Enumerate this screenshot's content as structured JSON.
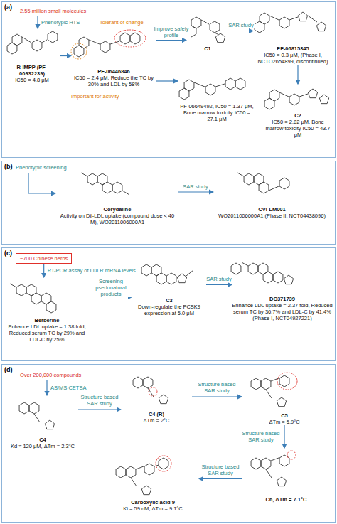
{
  "diagram": {
    "nodes": [
      {
        "text": [
          "(a)"
        ]
      },
      {
        "text": [
          "2.55 million small molecules"
        ],
        "in": 0
      },
      {
        "text": [
          "R-IMPP (PF-00932239)",
          "IC50 = 4.8 μM"
        ],
        "in": 0
      },
      {
        "text": [
          "PF-06446846",
          "IC50 = 2.4 μM, Reduce the TC by 30% and LDL by 58%"
        ],
        "in": 0
      },
      {
        "text": [
          "C1"
        ],
        "in": 0
      },
      {
        "text": [
          "PF-06649492, IC50 = 1.37 μM, Bone marrow toxicity IC50 = 27.1 μM"
        ],
        "in": 0
      },
      {
        "text": [
          "PF-06815345",
          "IC50 = 0.3 μM, (Phase I, NCTO2654899, discontinued)"
        ],
        "in": 0
      },
      {
        "text": [
          "C2",
          "IC50 = 2.82 μM, Bone marrow toxicity IC50 = 43.7 μM"
        ],
        "in": 0
      },
      {
        "text": [
          "(b)"
        ]
      },
      {
        "text": [
          "Corydaline",
          "Activity on Dil-LDL uptake (compound dose < 40 M), WO2011006000A1"
        ],
        "in": 8
      },
      {
        "text": [
          "CVI-LM001",
          "WO2011006000A1 (Phase II, NCT04438096)"
        ],
        "in": 8
      },
      {
        "text": [
          "(c)"
        ]
      },
      {
        "text": [
          "~700 Chinese herbs"
        ],
        "in": 11
      },
      {
        "text": [
          "Berberine",
          "Enhance LDL uptake = 1.38 fold, Reduced serum TC by 29% and LDL-C by 25%"
        ],
        "in": 11
      },
      {
        "text": [
          "C3",
          "Down-regulate the PCSK9 expression at 5.0 μM"
        ],
        "in": 11
      },
      {
        "text": [
          "DC371739",
          "Enhance LDL uptake = 2.37 fold, Reduced serum TC by 36.7% and LDL-C by 41.4%",
          "(Phase I, NCT04927221)"
        ],
        "in": 11
      },
      {
        "text": [
          "(d)"
        ]
      },
      {
        "text": [
          "Over 200,000 compounds"
        ],
        "in": 16
      },
      {
        "text": [
          "C4",
          "Kd ≈ 120 μM, ΔTm = 2.3°C"
        ],
        "in": 16
      },
      {
        "text": [
          "C4 (R)",
          "ΔTm = 2°C"
        ],
        "in": 16
      },
      {
        "text": [
          "C5",
          "ΔTm = 5.9°C"
        ],
        "in": 16
      },
      {
        "text": [
          "C6, ΔTm = 7.1°C"
        ],
        "in": 16
      },
      {
        "text": [
          "Carboxylic acid 9",
          "Ki = 59 nM, ΔTm = 9.1°C"
        ],
        "in": 16
      }
    ],
    "edges": [
      {
        "from": 1,
        "to": 2,
        "label": "Phenotypic HTS",
        "arrow": "to"
      },
      {
        "from": 2,
        "to": 3,
        "arrow": "to"
      },
      {
        "from": 3,
        "to": 4,
        "label": "Improve safety profile",
        "arrow": "to"
      },
      {
        "from": 3,
        "to": 5,
        "arrow": "to"
      },
      {
        "from": 4,
        "to": 6,
        "label": "SAR study",
        "arrow": "to"
      },
      {
        "from": 6,
        "to": 7,
        "arrow": "to"
      },
      {
        "from": 9,
        "to": 10,
        "label": "SAR study",
        "arrow": "to"
      },
      {
        "from": 12,
        "to": 13,
        "label": "RT-PCR assay of LDLR mRNA levels",
        "arrow": "to"
      },
      {
        "from": 13,
        "to": 14,
        "label": "Screening psedonatural products",
        "arrow": "to"
      },
      {
        "from": 14,
        "to": 15,
        "label": "SAR study",
        "arrow": "to"
      },
      {
        "from": 17,
        "to": 18,
        "label": "AS/MS CETSA",
        "arrow": "to"
      },
      {
        "from": 18,
        "to": 19,
        "label": "Structure based SAR study",
        "arrow": "to"
      },
      {
        "from": 19,
        "to": 20,
        "label": "Structure based SAR study",
        "arrow": "to"
      },
      {
        "from": 20,
        "to": 21,
        "label": "Structure based SAR study",
        "arrow": "to"
      },
      {
        "from": 21,
        "to": 22,
        "label": "Structure based SAR study",
        "arrow": "to"
      }
    ],
    "labels": [
      "Tolerant of change",
      "Important for activity",
      "Phenotypic screening"
    ]
  }
}
